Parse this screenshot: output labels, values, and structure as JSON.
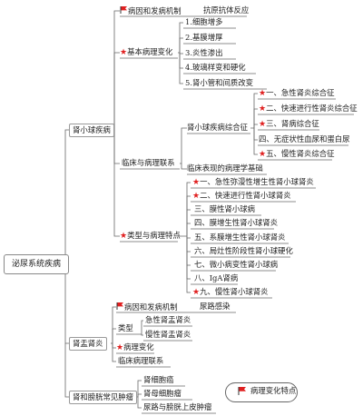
{
  "root": "泌尿系统疾病",
  "glomerulonephritis": {
    "label": "肾小球疾病",
    "etiology": {
      "label": "病因和发病机制",
      "note": "抗原抗体反应"
    },
    "pathology": {
      "label": "基本病理变化",
      "items": [
        "1.细胞增多",
        "2.基膜增厚",
        "3.炎性渗出",
        "4.玻璃样变和硬化",
        "5.肾小管和间质改变"
      ]
    },
    "clinical": {
      "label": "临床与病理联系",
      "syndrome_label": "肾小球疾病综合征",
      "syndromes": [
        "一、急性肾炎综合征",
        "二、快速进行性肾炎综合征",
        "三、肾病综合征",
        "四、无症状性血尿和蛋白尿",
        "五、慢性肾炎综合征"
      ],
      "basis_label": "临床表现的病理学基础"
    },
    "types": {
      "label": "类型与病理特点",
      "items": [
        "一、急性弥漫性增生性肾小球肾炎",
        "二、快速进行性肾小球肾炎",
        "三、膜性肾小球病",
        "四、膜增生性肾小球肾炎",
        "五、系膜增生性肾小球肾炎",
        "六、局灶性阶段性肾小球硬化",
        "七、微小病变性肾小球病",
        "八、IgA肾病",
        "九、慢性肾小球肾炎"
      ]
    }
  },
  "pyelonephritis": {
    "label": "肾盂肾炎",
    "etiology": {
      "label": "病因和发病机制",
      "note": "尿路感染"
    },
    "type_label": "类型",
    "types": [
      "急性肾盂肾炎",
      "慢性肾盂肾炎"
    ],
    "pathology_label": "病理变化",
    "clinical_label": "临床病理联系"
  },
  "tumors": {
    "label": "肾和膀胱常见肿瘤",
    "items": [
      "肾细胞癌",
      "肾母细胞瘤",
      "尿路与膀胱上皮肿瘤"
    ]
  },
  "legend": {
    "text": "病理变化特点"
  },
  "colors": {
    "flag": "#e02020",
    "star": "#e02020",
    "line": "#666666"
  }
}
